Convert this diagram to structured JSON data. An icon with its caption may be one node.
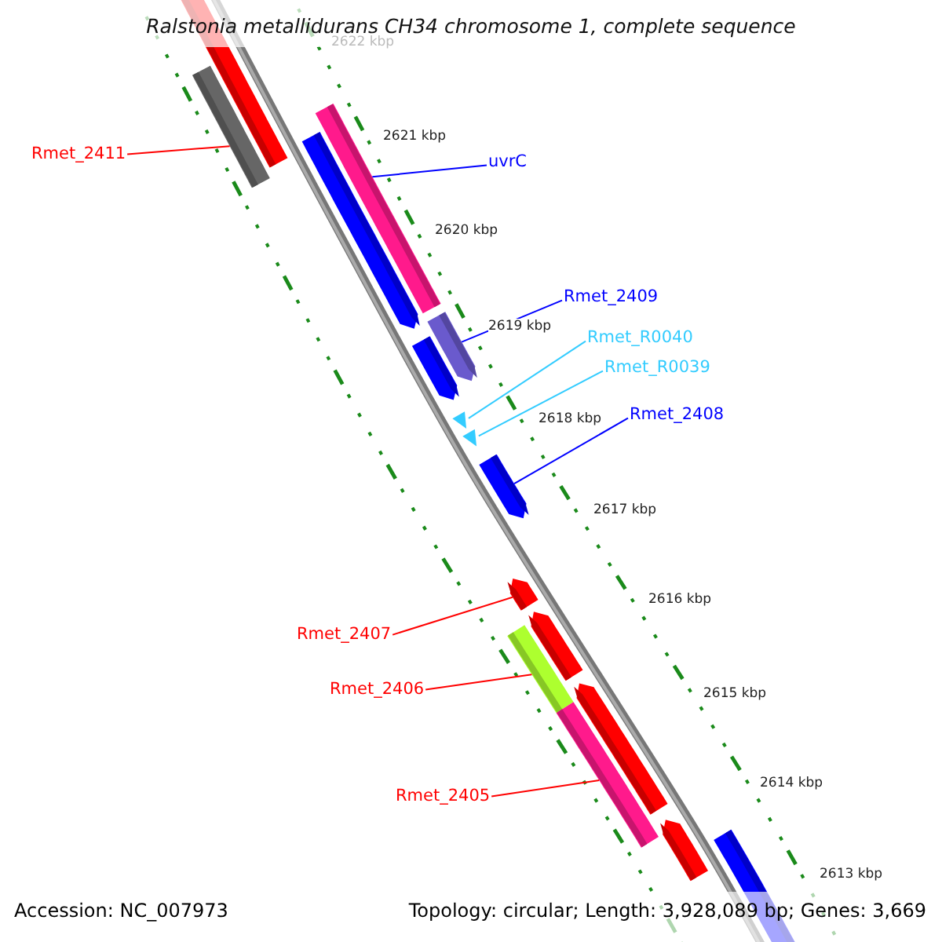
{
  "diagram": {
    "title": "Ralstonia metallidurans CH34 chromosome 1, complete sequence",
    "nodes": [
      {
        "text": [
          "Rmet_2411"
        ]
      },
      {
        "text": [],
        "shape": "bar"
      },
      {
        "text": [
          "uvrC"
        ]
      },
      {
        "text": [],
        "shape": "bar"
      },
      {
        "text": [
          "Rmet_2409"
        ]
      },
      {
        "text": [],
        "shape": "bar"
      },
      {
        "text": [
          "Rmet_R0040"
        ]
      },
      {
        "text": [],
        "shape": "bar"
      },
      {
        "text": [
          "Rmet_R0039"
        ]
      },
      {
        "text": [],
        "shape": "bar"
      },
      {
        "text": [
          "Rmet_2408"
        ]
      },
      {
        "text": [],
        "shape": "bar"
      },
      {
        "text": [
          "Rmet_2407"
        ]
      },
      {
        "text": [],
        "shape": "bar"
      },
      {
        "text": [
          "Rmet_2406"
        ]
      },
      {
        "text": [],
        "shape": "bar"
      },
      {
        "text": [
          "Rmet_2405"
        ]
      },
      {
        "text": [],
        "shape": "bar"
      }
    ],
    "edges": [
      {
        "from": 0,
        "to": 1,
        "arrow": "none"
      },
      {
        "from": 2,
        "to": 3,
        "arrow": "none",
        "color": "#0000ff"
      },
      {
        "from": 4,
        "to": 5,
        "arrow": "none",
        "color": "#0000ff"
      },
      {
        "from": 6,
        "to": 7,
        "arrow": "none",
        "color": "#33ccff"
      },
      {
        "from": 8,
        "to": 9,
        "arrow": "none",
        "color": "#33ccff"
      },
      {
        "from": 10,
        "to": 11,
        "arrow": "none",
        "color": "#0000ff"
      },
      {
        "from": 12,
        "to": 13,
        "arrow": "none"
      },
      {
        "from": 14,
        "to": 15,
        "arrow": "none"
      },
      {
        "from": 16,
        "to": 17,
        "arrow": "none"
      }
    ],
    "labels": [
      "2622 kbp",
      "2621 kbp",
      "2620 kbp",
      "2619 kbp",
      "2618 kbp",
      "2617 kbp",
      "2616 kbp",
      "2615 kbp",
      "2614 kbp",
      "2613 kbp",
      "Accession: NC_007973",
      "Topology: circular; Length: 3,928,089 bp; Genes: 3,669"
    ]
  }
}
